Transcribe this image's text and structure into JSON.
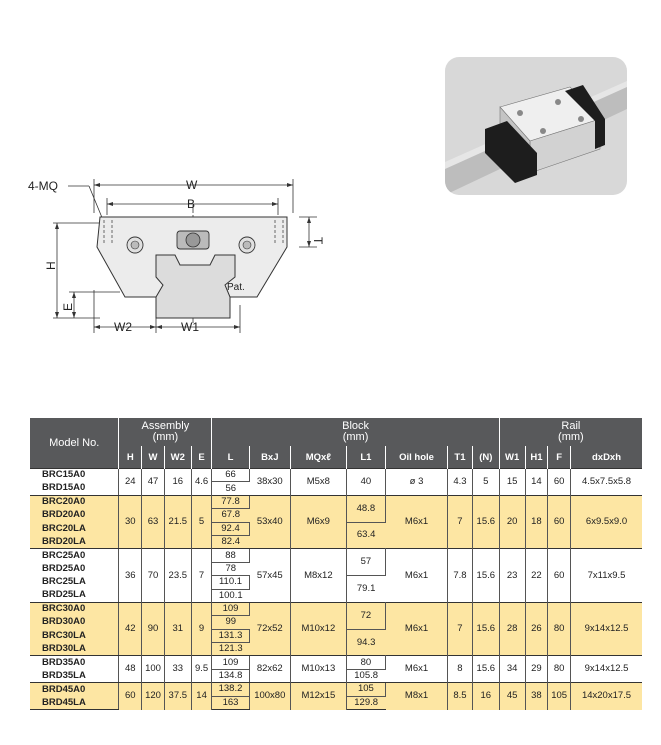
{
  "diagram": {
    "labels": {
      "mq": "4-MQ",
      "w": "W",
      "b": "B",
      "t": "T",
      "h": "H",
      "e": "E",
      "w2": "W2",
      "w1": "W1",
      "pat": "Pat."
    }
  },
  "photo": {
    "icon": "linear-guide-block-photo",
    "colors": {
      "bg": "#d8d8d8",
      "rail": "#bdbdbd",
      "block": "#e9e9e9",
      "seal": "#1d1d1d"
    }
  },
  "table": {
    "header": {
      "model": "Model No.",
      "assembly": {
        "title": "Assembly",
        "unit": "(mm)"
      },
      "block": {
        "title": "Block",
        "unit": "(mm)"
      },
      "rail": {
        "title": "Rail",
        "unit": "(mm)"
      },
      "columns": [
        "H",
        "W",
        "W2",
        "E",
        "L",
        "BxJ",
        "MQxℓ",
        "L1",
        "Oil hole",
        "T1",
        "(N)",
        "W1",
        "H1",
        "F",
        "dxDxh"
      ]
    },
    "groups": [
      {
        "models": [
          "BRC15A0",
          "BRD15A0"
        ],
        "l": [
          "66",
          "56"
        ],
        "l1": [
          "40"
        ],
        "H": "24",
        "W": "47",
        "W2": "16",
        "E": "4.6",
        "BxJ": "38x30",
        "MQ": "M5x8",
        "oil": "ø 3",
        "T1": "4.3",
        "N": "5",
        "W1": "15",
        "H1": "14",
        "F": "60",
        "dDh": "4.5x7.5x5.8"
      },
      {
        "models": [
          "BRC20A0",
          "BRD20A0",
          "BRC20LA",
          "BRD20LA"
        ],
        "l": [
          "77.8",
          "67.8",
          "92.4",
          "82.4"
        ],
        "l1": [
          "48.8",
          "63.4"
        ],
        "H": "30",
        "W": "63",
        "W2": "21.5",
        "E": "5",
        "BxJ": "53x40",
        "MQ": "M6x9",
        "oil": "M6x1",
        "T1": "7",
        "N": "15.6",
        "W1": "20",
        "H1": "18",
        "F": "60",
        "dDh": "6x9.5x9.0"
      },
      {
        "models": [
          "BRC25A0",
          "BRD25A0",
          "BRC25LA",
          "BRD25LA"
        ],
        "l": [
          "88",
          "78",
          "110.1",
          "100.1"
        ],
        "l1": [
          "57",
          "79.1"
        ],
        "H": "36",
        "W": "70",
        "W2": "23.5",
        "E": "7",
        "BxJ": "57x45",
        "MQ": "M8x12",
        "oil": "M6x1",
        "T1": "7.8",
        "N": "15.6",
        "W1": "23",
        "H1": "22",
        "F": "60",
        "dDh": "7x11x9.5"
      },
      {
        "models": [
          "BRC30A0",
          "BRD30A0",
          "BRC30LA",
          "BRD30LA"
        ],
        "l": [
          "109",
          "99",
          "131.3",
          "121.3"
        ],
        "l1": [
          "72",
          "94.3"
        ],
        "H": "42",
        "W": "90",
        "W2": "31",
        "E": "9",
        "BxJ": "72x52",
        "MQ": "M10x12",
        "oil": "M6x1",
        "T1": "7",
        "N": "15.6",
        "W1": "28",
        "H1": "26",
        "F": "80",
        "dDh": "9x14x12.5"
      },
      {
        "models": [
          "BRD35A0",
          "BRD35LA"
        ],
        "l": [
          "109",
          "134.8"
        ],
        "l1": [
          "80",
          "105.8"
        ],
        "H": "48",
        "W": "100",
        "W2": "33",
        "E": "9.5",
        "BxJ": "82x62",
        "MQ": "M10x13",
        "oil": "M6x1",
        "T1": "8",
        "N": "15.6",
        "W1": "34",
        "H1": "29",
        "F": "80",
        "dDh": "9x14x12.5"
      },
      {
        "models": [
          "BRD45A0",
          "BRD45LA"
        ],
        "l": [
          "138.2",
          "163"
        ],
        "l1": [
          "105",
          "129.8"
        ],
        "H": "60",
        "W": "120",
        "W2": "37.5",
        "E": "14",
        "BxJ": "100x80",
        "MQ": "M12x15",
        "oil": "M8x1",
        "T1": "8.5",
        "N": "16",
        "W1": "45",
        "H1": "38",
        "F": "105",
        "dDh": "14x20x17.5"
      }
    ],
    "colors": {
      "header": "#58595b",
      "highlight": "#fde6a3",
      "plain": "#ffffff"
    }
  }
}
